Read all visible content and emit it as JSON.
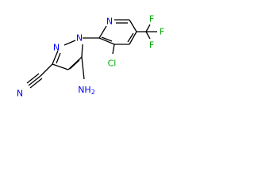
{
  "molecule": {
    "atoms": {
      "pyrazole_n1": {
        "text": "N",
        "color": "#0000ff"
      },
      "pyrazole_n2": {
        "text": "N",
        "color": "#0000ff"
      },
      "pyridine_n": {
        "text": "N",
        "color": "#0000ff"
      },
      "nitrile_n": {
        "text": "N",
        "color": "#0000ff"
      },
      "amino": {
        "text": "NH",
        "subscript": "2",
        "color": "#0000ff"
      },
      "chlorine": {
        "text": "Cl",
        "color": "#00aa00"
      },
      "fluorine_top": {
        "text": "F",
        "color": "#00aa00"
      },
      "fluorine_right": {
        "text": "F",
        "color": "#00aa00"
      },
      "fluorine_bottom": {
        "text": "F",
        "color": "#00aa00"
      }
    }
  }
}
